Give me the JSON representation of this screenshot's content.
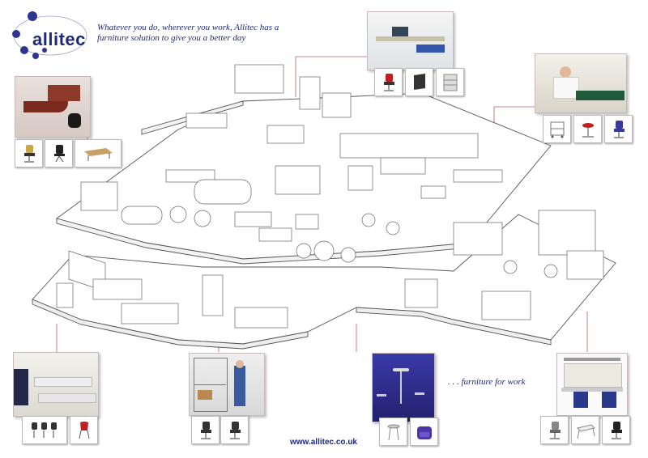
{
  "brand": {
    "name": "allitec"
  },
  "tagline": "Whatever you do, wherever you work, Allitec has a furniture solution to give you a better day",
  "slogan": ". . . furniture for work",
  "website": "www.allitec.co.uk",
  "colors": {
    "brand_blue": "#1e2a78",
    "leader_line": "#b06060",
    "plan_line": "#555555",
    "floor_fill": "#ffffff"
  },
  "photos": [
    {
      "name": "executive-office-photo",
      "thumbs": [
        "chair-icon",
        "chair-icon",
        "table-icon"
      ]
    },
    {
      "name": "open-plan-desks-photo",
      "thumbs": [
        "chair-icon",
        "screen-icon",
        "storage-icon"
      ]
    },
    {
      "name": "laboratory-workbench-photo",
      "thumbs": [
        "trolley-icon",
        "stool-icon",
        "chair-icon"
      ]
    },
    {
      "name": "computer-room-photo",
      "thumbs": [
        "chair-icon",
        "chair-icon"
      ]
    },
    {
      "name": "warehouse-shelving-photo",
      "thumbs": [
        "chair-icon",
        "chair-icon"
      ]
    },
    {
      "name": "breakout-area-photo",
      "thumbs": [
        "stool-icon",
        "armchair-icon"
      ]
    },
    {
      "name": "technical-workbench-photo",
      "thumbs": [
        "chair-icon",
        "workbench-icon",
        "chair-icon"
      ]
    }
  ]
}
